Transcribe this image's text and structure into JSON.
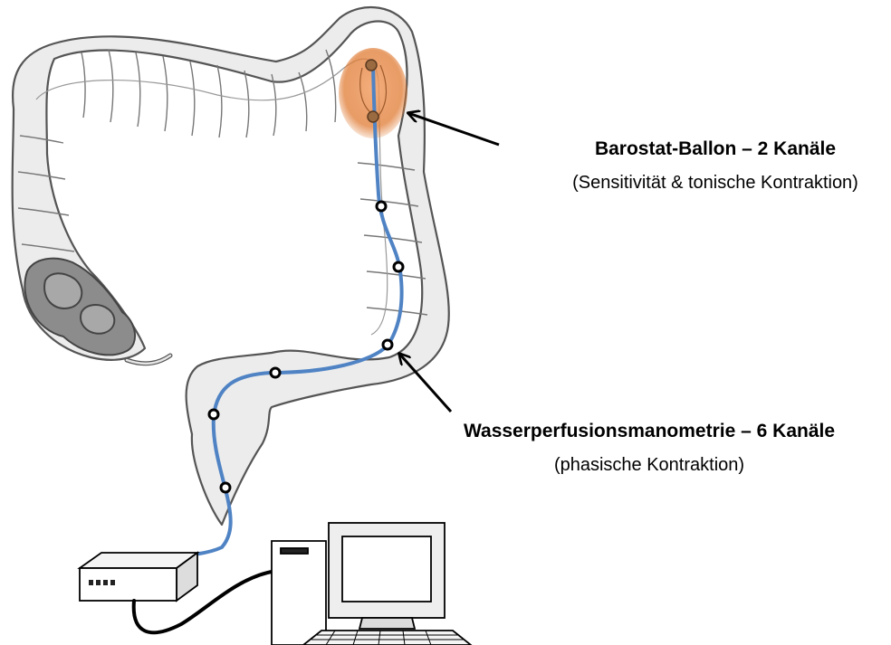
{
  "labels": {
    "barostat": {
      "title": "Barostat-Ballon – 2 Kanäle",
      "subtitle": "(Sensitivität & tonische Kontraktion)"
    },
    "perfusion": {
      "title": "Wasserperfusionsmanometrie – 6 Kanäle",
      "subtitle": "(phasische Kontraktion)"
    }
  },
  "colors": {
    "colon_fill": "#ececec",
    "colon_stroke": "#555555",
    "catheter": "#4f83c4",
    "balloon": "#e8843a",
    "stool": "#8c8c8c"
  },
  "icons": {
    "colon": "colon-illustration",
    "balloon": "barostat-balloon",
    "pump": "perfusion-pump-box",
    "computer": "desktop-computer"
  }
}
